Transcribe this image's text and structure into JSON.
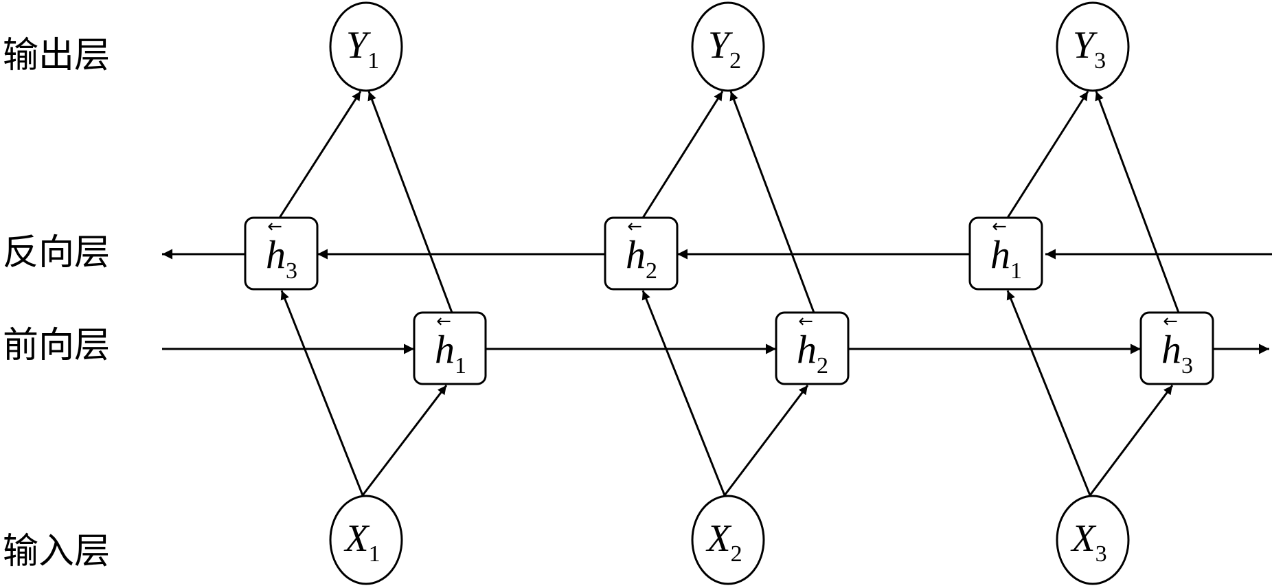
{
  "layers": {
    "output": "输出层",
    "backward": "反向层",
    "forward": "前向层",
    "input": "输入层"
  },
  "symbols": {
    "output_letter": "Y",
    "input_letter": "X",
    "hidden_letter": "h",
    "arrow_mark": "←"
  },
  "steps": [
    "1",
    "2",
    "3"
  ],
  "backward_order": [
    "3",
    "2",
    "1"
  ],
  "forward_order": [
    "1",
    "2",
    "3"
  ]
}
